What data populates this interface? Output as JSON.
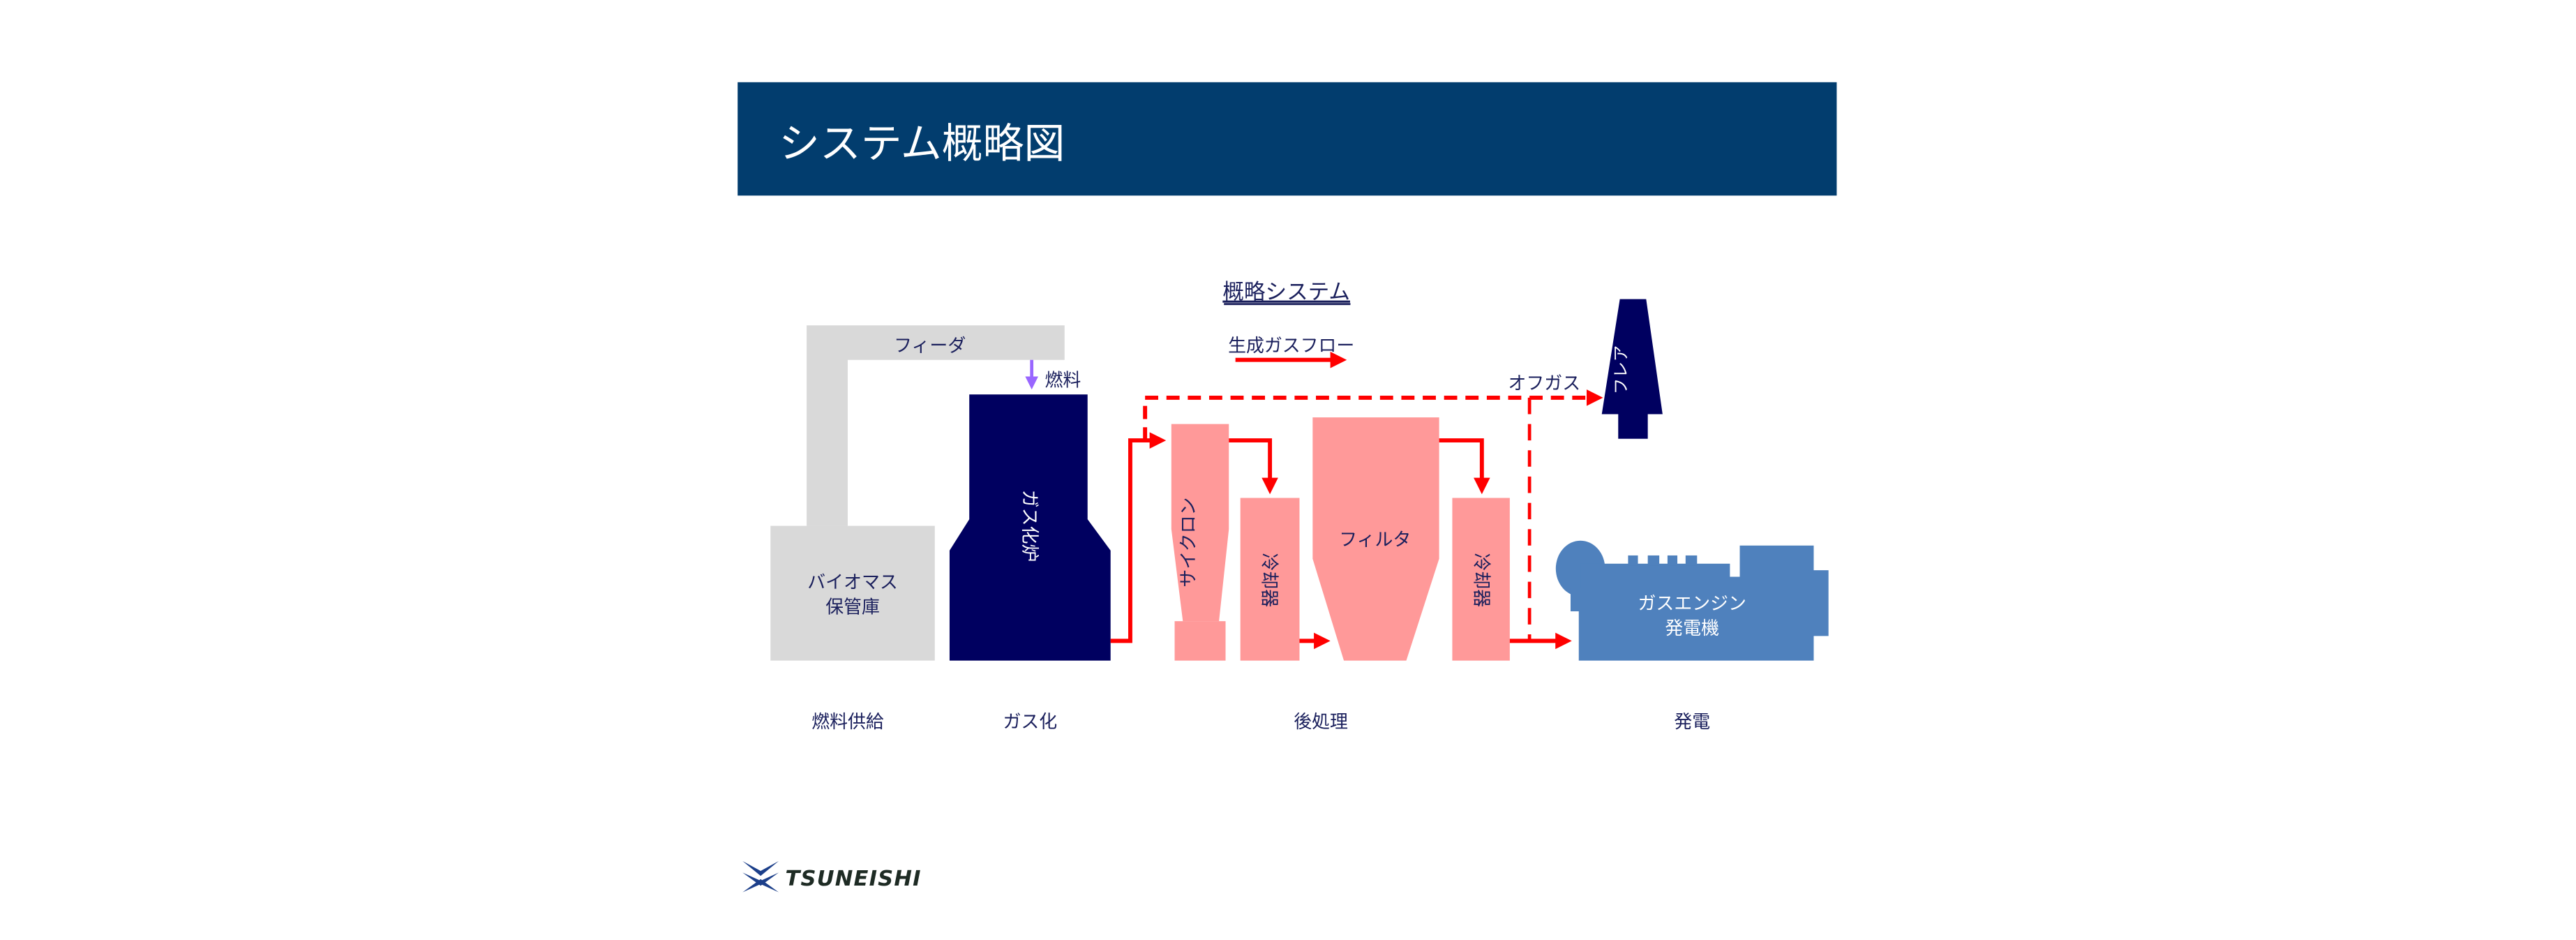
{
  "header": {
    "title": "システム概略図"
  },
  "diagram": {
    "subtitle": "概略システム",
    "legend": {
      "flow_label": "生成ガスフロー"
    },
    "feeder": "フィーダ",
    "fuel": "燃料",
    "storage_line1": "バイオマス",
    "storage_line2": "保管庫",
    "gasifier": "ガス化炉",
    "cyclone": "サイクロン",
    "cooler1": "冷却器",
    "filter": "フィルタ",
    "cooler2": "冷却器",
    "offgas": "オフガス",
    "flare": "フレア",
    "engine_line1": "ガスエンジン",
    "engine_line2": "発電機",
    "stages": [
      "燃料供給",
      "ガス化",
      "後処理",
      "発電"
    ]
  },
  "logo": {
    "text": "TSUNEISHI"
  },
  "colors": {
    "header": "#023D6E",
    "navy": "#000060",
    "pink": "#FF9999",
    "gray": "#D9D9D9",
    "flow": "#FF0000",
    "engine": "#4F81BD",
    "fuel_arrow": "#9966FF"
  }
}
